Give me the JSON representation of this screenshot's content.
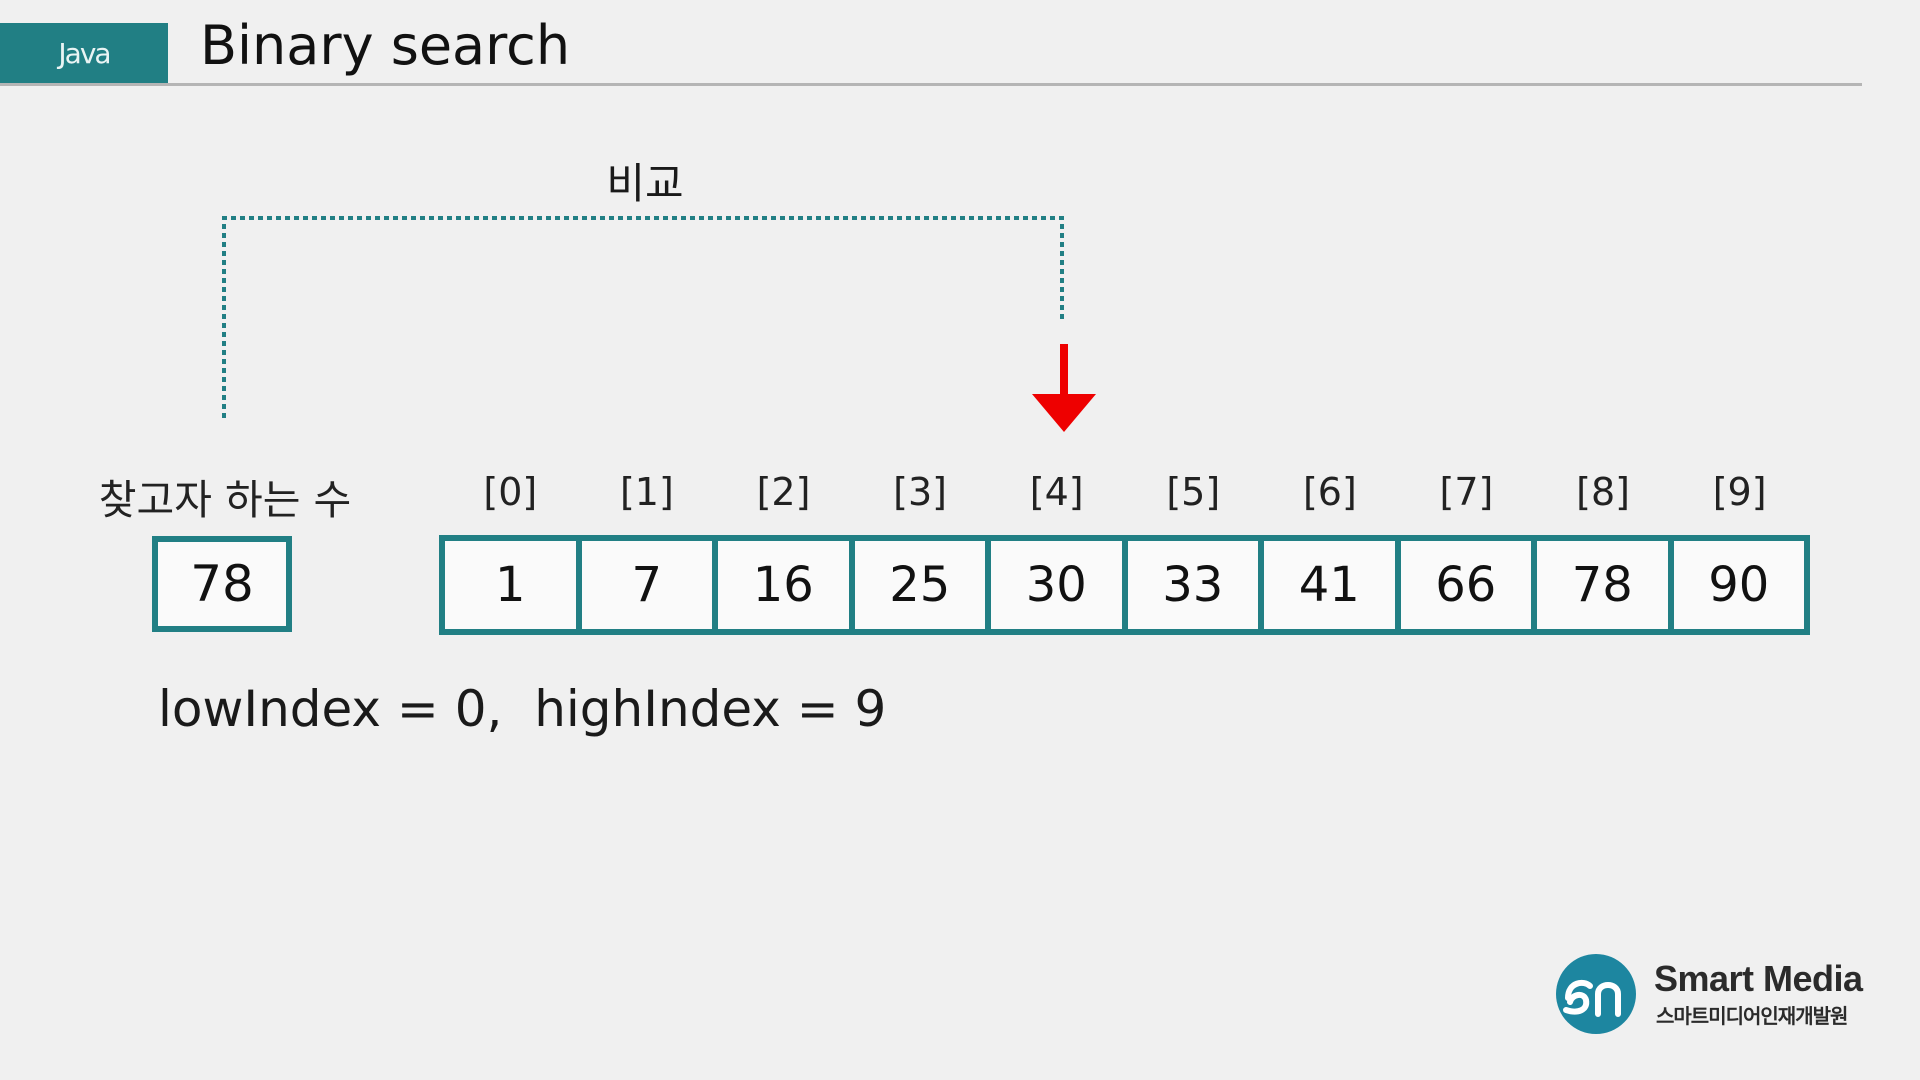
{
  "header": {
    "tag": "Java",
    "title": "Binary search"
  },
  "diagram": {
    "compare_label": "비교",
    "target_label": "찾고자 하는 수",
    "target_value": "78",
    "pointer_index": 4,
    "indices": [
      "[0]",
      "[1]",
      "[2]",
      "[3]",
      "[4]",
      "[5]",
      "[6]",
      "[7]",
      "[8]",
      "[9]"
    ],
    "values": [
      "1",
      "7",
      "16",
      "25",
      "30",
      "33",
      "41",
      "66",
      "78",
      "90"
    ],
    "status": "lowIndex = 0,  highIndex = 9"
  },
  "footer": {
    "brand_name": "Smart Media",
    "brand_sub": "스마트미디어인재개발원"
  },
  "colors": {
    "accent": "#217f84",
    "arrow": "#ee0000",
    "background": "#f0f0f0"
  }
}
